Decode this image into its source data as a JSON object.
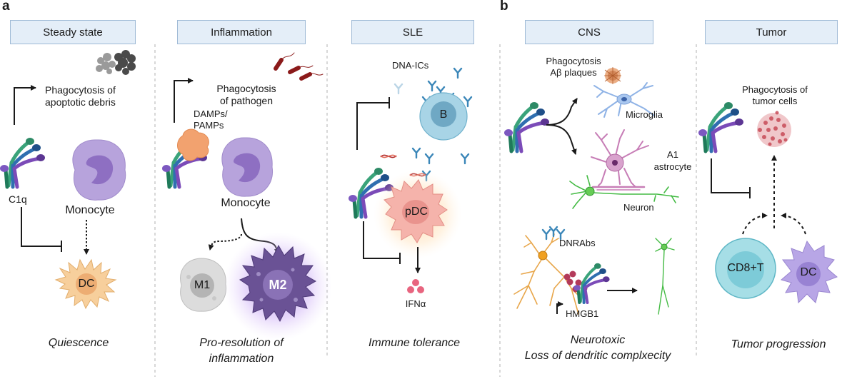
{
  "panel_letters": {
    "a": "a",
    "b": "b"
  },
  "headers": {
    "steady": "Steady state",
    "inflammation": "Inflammation",
    "sle": "SLE",
    "cns": "CNS",
    "tumor": "Tumor"
  },
  "steady": {
    "phagocytosis_line1": "Phagocytosis of",
    "phagocytosis_line2": "apoptotic debris",
    "c1q": "C1q",
    "monocyte": "Monocyte",
    "dc": "DC",
    "footer": "Quiescence"
  },
  "inflammation": {
    "phagocytosis_line1": "Phagocytosis",
    "phagocytosis_line2": "of pathogen",
    "damps_line1": "DAMPs/",
    "damps_line2": "PAMPs",
    "monocyte": "Monocyte",
    "m1": "M1",
    "m2": "M2",
    "footer_line1": "Pro-resolution of",
    "footer_line2": "inflammation"
  },
  "sle": {
    "dna_ics": "DNA-ICs",
    "b_cell": "B",
    "pdc": "pDC",
    "ifna": "IFNα",
    "footer": "Immune tolerance"
  },
  "cns": {
    "phagocytosis_line1": "Phagocytosis",
    "phagocytosis_line2": "Aβ plaques",
    "microglia": "Microglia",
    "a1_line1": "A1",
    "a1_line2": "astrocyte",
    "neuron": "Neuron",
    "dnrabs": "DNRAbs",
    "hmgb1": "HMGB1",
    "footer_line1": "Neurotoxic",
    "footer_line2": "Loss of dendritic complxecity"
  },
  "tumor": {
    "phagocytosis_line1": "Phagocytosis of",
    "phagocytosis_line2": "tumor cells",
    "cd8": "CD8+T",
    "dc": "DC",
    "footer": "Tumor progression"
  },
  "colors": {
    "header_fill": "#e4eef8",
    "header_border": "#9fbad6",
    "monocyte": "#b7a3dc",
    "dc": "#f7cf9c",
    "m1": "#dcdcdc",
    "m2": "#6a5295",
    "pdc": "#f5b3ab",
    "b_cell": "#8ec5dc",
    "cd8": "#8fd3dc",
    "tumor_dc": "#b8a6e6",
    "microglia": "#8fb3e6",
    "astrocyte": "#c77db6",
    "neuron_green": "#44bb44",
    "neuron_orange": "#e8a64a",
    "pathogen": "#8b1a1a",
    "tumor_cells": "#d27a82",
    "ifna": "#e8657f"
  },
  "icons": [
    "c1q-icon",
    "apoptotic-debris-icon",
    "pathogen-icon",
    "antibody-icon",
    "dna-icon",
    "amyloid-plaque-icon",
    "hmgb1-icon"
  ]
}
